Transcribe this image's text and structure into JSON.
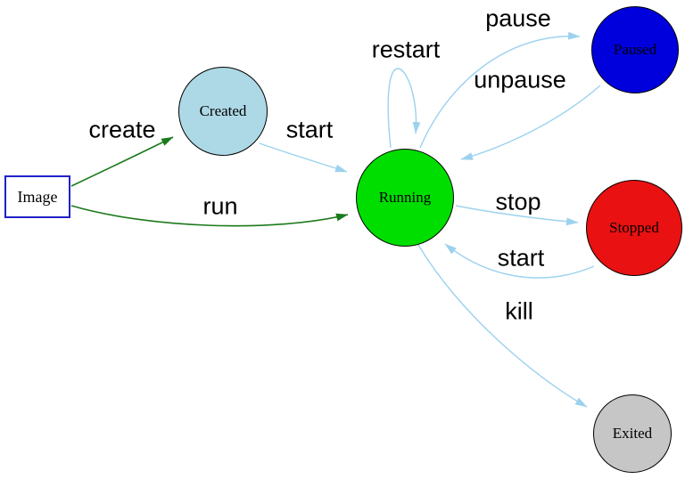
{
  "diagram": {
    "title": "container-lifecycle-state-diagram"
  },
  "colors": {
    "background": "#ffffff",
    "edge_blue": "#9cd2ee",
    "edge_green": "#1b7a1b",
    "node_border": "#000000",
    "image_border": "#2121c8",
    "label_text": "#000000"
  },
  "nodes": {
    "image": {
      "label": "Image",
      "color": "#ffffff",
      "shape": "rectangle"
    },
    "created": {
      "label": "Created",
      "color": "#add8e6",
      "shape": "circle"
    },
    "running": {
      "label": "Running",
      "color": "#00de00",
      "shape": "circle"
    },
    "paused": {
      "label": "Paused",
      "color": "#0000dc",
      "shape": "circle"
    },
    "stopped": {
      "label": "Stopped",
      "color": "#e91111",
      "shape": "circle"
    },
    "exited": {
      "label": "Exited",
      "color": "#c6c6c6",
      "shape": "circle"
    }
  },
  "edges": {
    "create": {
      "label": "create",
      "from": "image",
      "to": "created"
    },
    "run": {
      "label": "run",
      "from": "image",
      "to": "running"
    },
    "start_created": {
      "label": "start",
      "from": "created",
      "to": "running"
    },
    "restart": {
      "label": "restart",
      "from": "running",
      "to": "running"
    },
    "pause": {
      "label": "pause",
      "from": "running",
      "to": "paused"
    },
    "unpause": {
      "label": "unpause",
      "from": "paused",
      "to": "running"
    },
    "stop": {
      "label": "stop",
      "from": "running",
      "to": "stopped"
    },
    "start_stopped": {
      "label": "start",
      "from": "stopped",
      "to": "running"
    },
    "kill": {
      "label": "kill",
      "from": "running",
      "to": "exited"
    }
  }
}
